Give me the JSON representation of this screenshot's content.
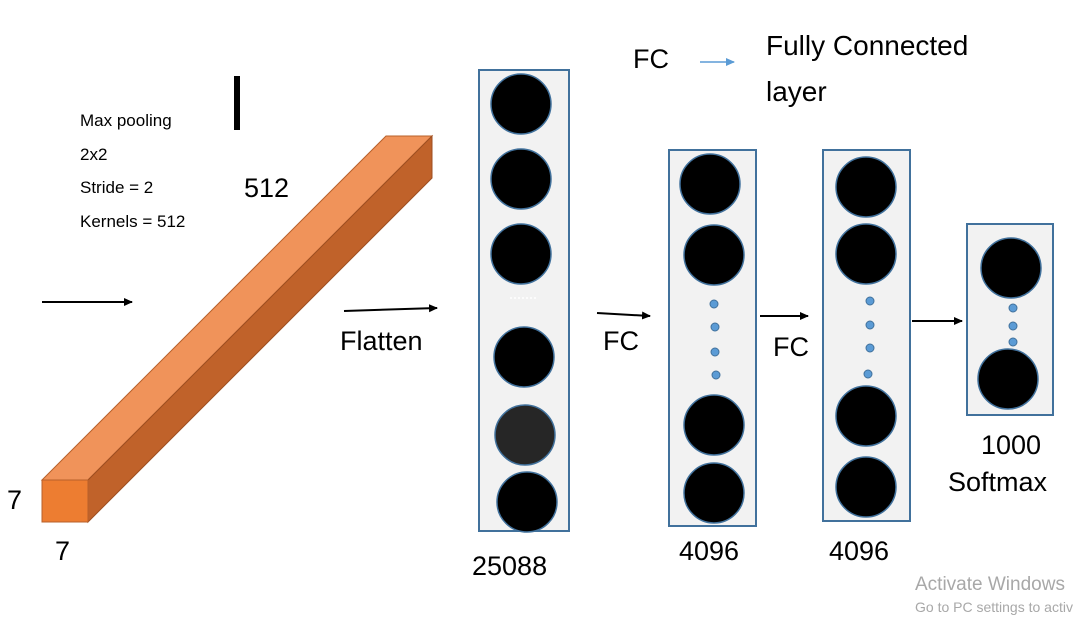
{
  "legend": {
    "abbr": "FC",
    "meaning_line1": "Fully Connected",
    "meaning_line2": "layer"
  },
  "pooling": {
    "line1": "Max pooling",
    "line2": "2x2",
    "line3": "Stride = 2",
    "line4": "Kernels = 512"
  },
  "feature_map": {
    "depth_label": "512",
    "height_label": "7",
    "width_label": "7",
    "colors": {
      "front": "#ED7D31",
      "top": "#F0935A",
      "side": "#C0622A"
    }
  },
  "arrows": {
    "flatten_label": "Flatten",
    "fc1_label": "FC",
    "fc2_label": "FC"
  },
  "layers": {
    "flatten_size": "25088",
    "fc1_size": "4096",
    "fc2_size": "4096",
    "output_size": "1000",
    "output_activation": "Softmax"
  },
  "colors": {
    "layer_fill": "#F2F2F2",
    "layer_border": "#41719C",
    "neuron": "#000000",
    "dot": "#5B9BD5",
    "legend_arrow": "#5B9BD5"
  },
  "watermark": {
    "line1": "Activate Windows",
    "line2": "Go to PC settings to activ"
  }
}
